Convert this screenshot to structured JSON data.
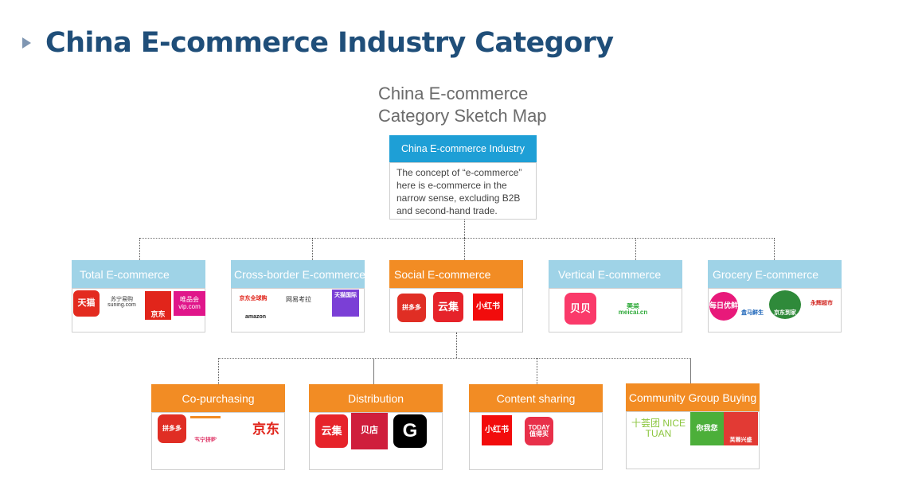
{
  "page": {
    "title": "China E-commerce Industry Category",
    "sketch_title_line1": "China E-commerce",
    "sketch_title_line2": "Category Sketch Map"
  },
  "root": {
    "label": "China E-commerce Industry",
    "description": "The concept of “e-commerce” here is e-commerce in the narrow sense, excluding B2B and second-hand trade."
  },
  "level1": [
    {
      "label": "Total E-commerce",
      "color": "#9fd3e7",
      "logos": [
        "天猫",
        "苏宁易购 suning.com",
        "京东",
        "唯品会 vip.com"
      ]
    },
    {
      "label": "Cross-border E-commerce",
      "color": "#9fd3e7",
      "logos": [
        "京东全球购",
        "网易考拉",
        "天猫国际",
        "amazon"
      ]
    },
    {
      "label": "Social E-commerce",
      "color": "#f28c24",
      "logos": [
        "拼多多",
        "云集",
        "小红书"
      ]
    },
    {
      "label": "Vertical E-commerce",
      "color": "#9fd3e7",
      "logos": [
        "贝贝",
        "美菜 meicai.cn"
      ]
    },
    {
      "label": "Grocery E-commerce",
      "color": "#9fd3e7",
      "logos": [
        "每日优鲜",
        "盒马鲜生",
        "京东到家",
        "永辉超市"
      ]
    }
  ],
  "level2": [
    {
      "label": "Co-purchasing",
      "color": "#f28c24",
      "logos": [
        "拼多多",
        "苏宁拼购",
        "京东"
      ]
    },
    {
      "label": "Distribution",
      "color": "#f28c24",
      "logos": [
        "云集",
        "贝店",
        "G"
      ]
    },
    {
      "label": "Content sharing",
      "color": "#f28c24",
      "logos": [
        "小红书",
        "TODAY 值得买"
      ]
    },
    {
      "label": "Community Group Buying",
      "color": "#f28c24",
      "logos": [
        "十荟团 NICE TUAN",
        "你我您",
        "芙蓉兴盛"
      ]
    }
  ]
}
